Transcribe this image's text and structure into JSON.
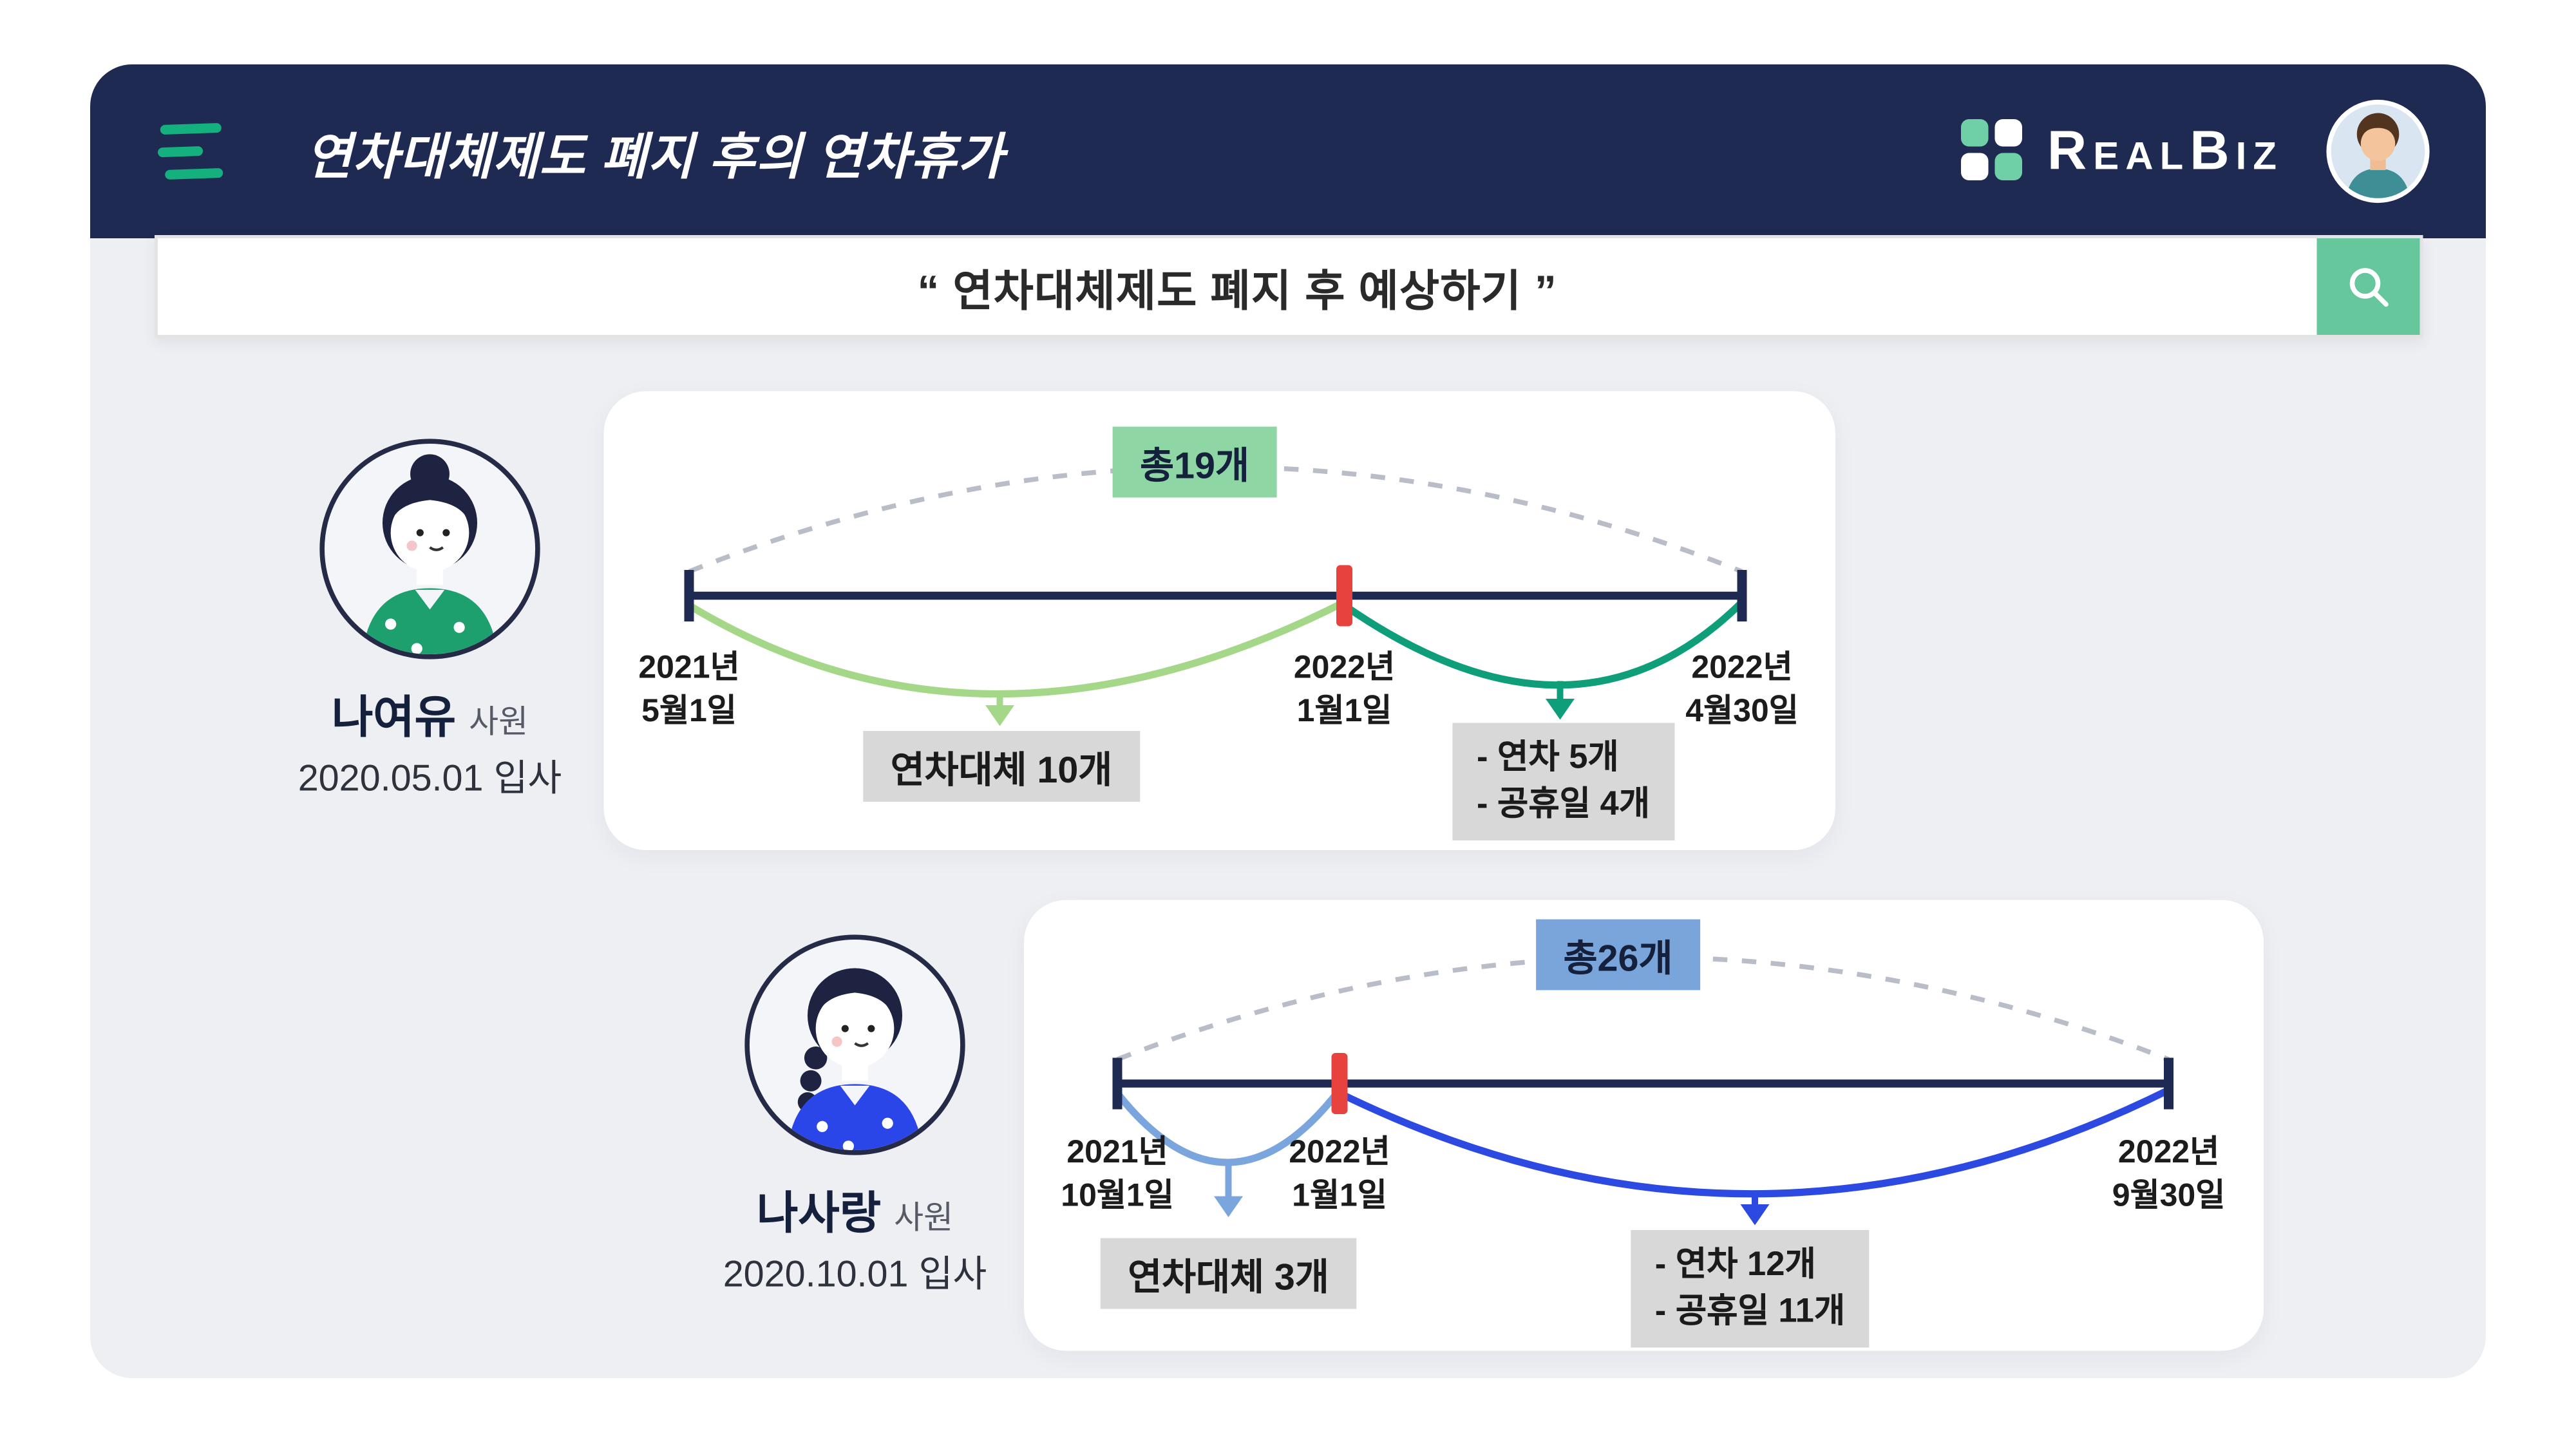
{
  "header": {
    "title": "연차대체제도 폐지 후의 연차휴가",
    "logo_text": "RealBiz"
  },
  "search": {
    "query": "“ 연차대체제도 폐지 후 예상하기 ”"
  },
  "colors": {
    "header_navy": "#1f2a52",
    "panel_gray": "#edeff3",
    "menu_teal": "#14b07d",
    "search_button_green": "#65c79b",
    "badge_green": "#8ed6a4",
    "badge_blue": "#79a5da",
    "badge_gray": "#d8d8d8",
    "curve_light_green": "#a5d789",
    "curve_teal": "#0e9e7a",
    "curve_light_blue": "#7ba6dd",
    "curve_blue": "#2c49e2",
    "marker_red": "#e8423e",
    "timeline_navy": "#1f2a52"
  },
  "employees": [
    {
      "name": "나여유",
      "role": "사원",
      "joined": "2020.05.01 입사",
      "timeline": {
        "total": "총19개",
        "dates": {
          "start": [
            "2021년",
            "5월1일"
          ],
          "mid": [
            "2022년",
            "1월1일"
          ],
          "end": [
            "2022년",
            "4월30일"
          ]
        },
        "substitute_label": "연차대체 10개",
        "breakdown": [
          "- 연차 5개",
          "- 공휴일 4개"
        ]
      }
    },
    {
      "name": "나사랑",
      "role": "사원",
      "joined": "2020.10.01 입사",
      "timeline": {
        "total": "총26개",
        "dates": {
          "start": [
            "2021년",
            "10월1일"
          ],
          "mid": [
            "2022년",
            "1월1일"
          ],
          "end": [
            "2022년",
            "9월30일"
          ]
        },
        "substitute_label": "연차대체 3개",
        "breakdown": [
          "- 연차 12개",
          "- 공휴일 11개"
        ]
      }
    }
  ]
}
